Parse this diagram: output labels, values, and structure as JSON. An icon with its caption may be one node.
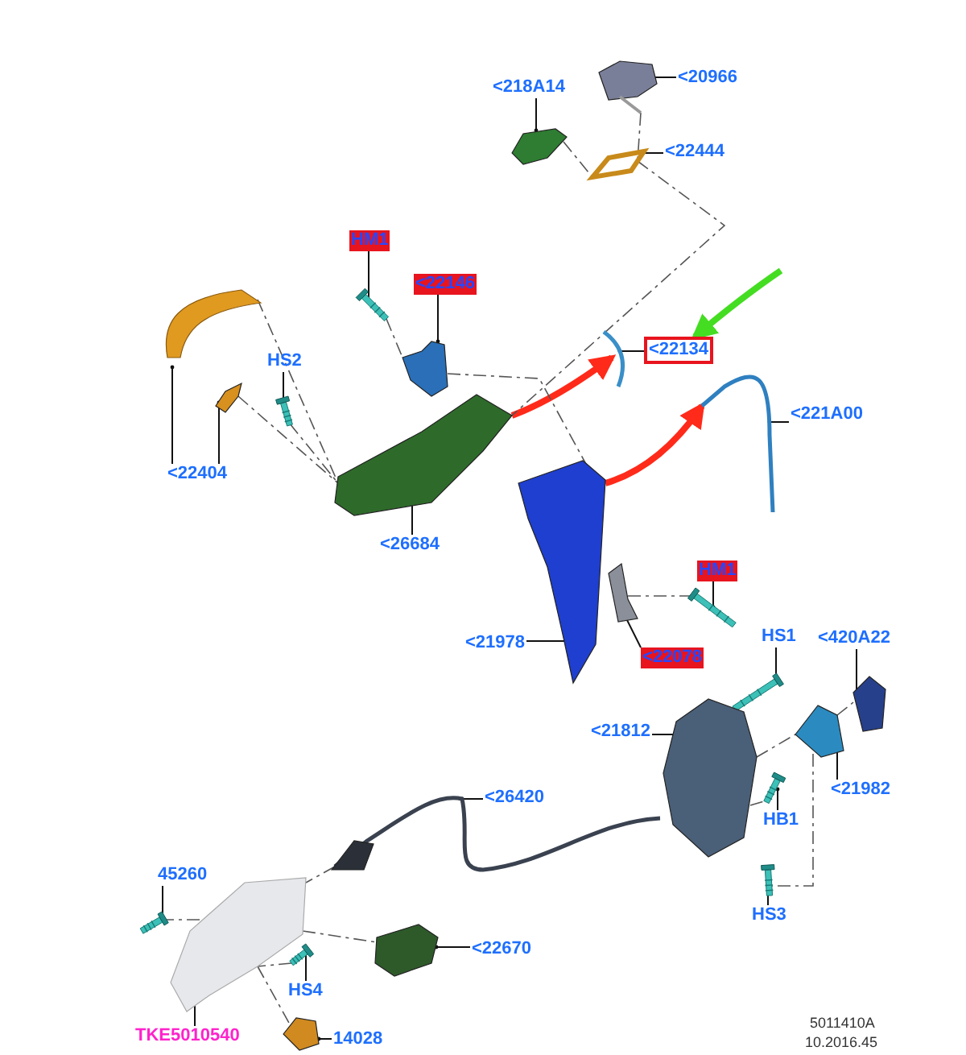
{
  "diagram": {
    "nodes": [
      {
        "text": [
          "<218A14"
        ]
      },
      {
        "text": [
          "<20966"
        ]
      },
      {
        "text": [
          "<22444"
        ]
      },
      {
        "text": [
          "HM1"
        ]
      },
      {
        "text": [
          "<22146"
        ]
      },
      {
        "text": [
          "<22134"
        ]
      },
      {
        "text": [
          "HS2"
        ]
      },
      {
        "text": [
          "<22404"
        ]
      },
      {
        "text": [
          "<221A00"
        ]
      },
      {
        "text": [
          "<26684"
        ]
      },
      {
        "text": [
          "HM1"
        ]
      },
      {
        "text": [
          "<21978"
        ]
      },
      {
        "text": [
          "<22078"
        ]
      },
      {
        "text": [
          "HS1"
        ]
      },
      {
        "text": [
          "<420A22"
        ]
      },
      {
        "text": [
          "<21812"
        ]
      },
      {
        "text": [
          "<21982"
        ]
      },
      {
        "text": [
          "HB1"
        ]
      },
      {
        "text": [
          "<26420"
        ]
      },
      {
        "text": [
          "45260"
        ]
      },
      {
        "text": [
          "HS3"
        ]
      },
      {
        "text": [
          "<22670"
        ]
      },
      {
        "text": [
          "HS4"
        ]
      },
      {
        "text": [
          "TKE5010540"
        ]
      },
      {
        "text": [
          "14028"
        ]
      },
      {
        "text": [],
        "shape": "picture"
      },
      {
        "text": [],
        "shape": "picture"
      },
      {
        "text": [],
        "shape": "picture"
      },
      {
        "text": [],
        "shape": "picture"
      },
      {
        "text": [],
        "shape": "picture"
      },
      {
        "text": [],
        "shape": "picture"
      },
      {
        "text": [],
        "shape": "picture"
      },
      {
        "text": [],
        "shape": "picture"
      },
      {
        "text": [],
        "shape": "picture"
      },
      {
        "text": [],
        "shape": "picture"
      },
      {
        "text": [],
        "shape": "picture"
      },
      {
        "text": [],
        "shape": "picture"
      },
      {
        "text": [],
        "shape": "picture"
      },
      {
        "text": [],
        "shape": "picture"
      },
      {
        "text": [],
        "shape": "picture"
      },
      {
        "text": [],
        "shape": "picture"
      },
      {
        "text": [],
        "shape": "picture"
      },
      {
        "text": [],
        "shape": "picture"
      },
      {
        "text": [],
        "shape": "picture"
      },
      {
        "text": [],
        "shape": "picture"
      },
      {
        "text": [],
        "shape": "picture"
      },
      {
        "text": [],
        "shape": "picture"
      },
      {
        "text": [],
        "shape": "picture"
      },
      {
        "text": [],
        "shape": "picture"
      },
      {
        "text": [],
        "shape": "picture"
      },
      {
        "text": [],
        "shape": "picture"
      }
    ],
    "edges": [
      {
        "from": 0,
        "to": 26,
        "arrow": "other"
      },
      {
        "from": 1,
        "to": 25,
        "arrow": "other"
      },
      {
        "from": 2,
        "to": 27,
        "arrow": "other"
      },
      {
        "from": 3,
        "to": 28,
        "arrow": "other"
      },
      {
        "from": 4,
        "to": 30,
        "arrow": "other"
      },
      {
        "from": 5,
        "to": 31,
        "arrow": "other"
      },
      {
        "from": 6,
        "to": 33,
        "arrow": "other"
      },
      {
        "from": 7,
        "to": 29,
        "arrow": "other"
      },
      {
        "from": 7,
        "to": 32,
        "arrow": "other"
      },
      {
        "from": 8,
        "to": 34,
        "arrow": "other"
      },
      {
        "from": 9,
        "to": 35,
        "arrow": "other"
      },
      {
        "from": 10,
        "to": 38,
        "arrow": "other"
      },
      {
        "from": 11,
        "to": 36,
        "arrow": "other"
      },
      {
        "from": 12,
        "to": 37,
        "arrow": "other"
      },
      {
        "from": 13,
        "to": 39,
        "arrow": "other"
      },
      {
        "from": 14,
        "to": 40,
        "arrow": "other"
      },
      {
        "from": 15,
        "to": 41,
        "arrow": "other"
      },
      {
        "from": 16,
        "to": 42,
        "arrow": "other"
      },
      {
        "from": 17,
        "to": 43,
        "arrow": "other"
      },
      {
        "from": 18,
        "to": 44,
        "arrow": "other"
      },
      {
        "from": 19,
        "to": 47,
        "arrow": "other"
      },
      {
        "from": 20,
        "to": 45,
        "arrow": "other"
      },
      {
        "from": 21,
        "to": 49,
        "arrow": "other"
      },
      {
        "from": 22,
        "to": 48,
        "arrow": "other"
      },
      {
        "from": 23,
        "to": 46,
        "arrow": "other"
      },
      {
        "from": 24,
        "to": 50,
        "arrow": "other"
      },
      {
        "from": 35,
        "to": 31,
        "arrow": "to",
        "style": "thick",
        "color": "#ff2a1a"
      },
      {
        "from": 36,
        "to": 34,
        "arrow": "to",
        "style": "thick",
        "color": "#ff2a1a"
      },
      {
        "from": null,
        "to": 5,
        "arrow": "to",
        "style": "thick",
        "color": "#44dd22"
      },
      {
        "from": 26,
        "to": 27,
        "arrow": "none",
        "style": "dashed",
        "color": "#555555"
      },
      {
        "from": 25,
        "to": 27,
        "arrow": "none",
        "style": "dashed",
        "color": "#555555"
      },
      {
        "from": 27,
        "to": 35,
        "arrow": "none",
        "style": "dashed",
        "color": "#555555"
      },
      {
        "from": 28,
        "to": 30,
        "arrow": "none",
        "style": "dashed",
        "color": "#555555"
      },
      {
        "from": 29,
        "to": 35,
        "arrow": "none",
        "style": "dashed",
        "color": "#555555"
      },
      {
        "from": 32,
        "to": 35,
        "arrow": "none",
        "style": "dashed",
        "color": "#555555"
      },
      {
        "from": 33,
        "to": 35,
        "arrow": "none",
        "style": "dashed",
        "color": "#555555"
      },
      {
        "from": 30,
        "to": 36,
        "arrow": "none",
        "style": "dashed",
        "color": "#555555"
      },
      {
        "from": 37,
        "to": 38,
        "arrow": "none",
        "style": "dashed",
        "color": "#555555"
      },
      {
        "from": 41,
        "to": 42,
        "arrow": "none",
        "style": "dashed",
        "color": "#555555"
      },
      {
        "from": 42,
        "to": 40,
        "arrow": "none",
        "style": "dashed",
        "color": "#555555"
      },
      {
        "from": 42,
        "to": 45,
        "arrow": "none",
        "style": "dashed",
        "color": "#555555"
      },
      {
        "from": 41,
        "to": 43,
        "arrow": "none",
        "style": "dashed",
        "color": "#555555"
      },
      {
        "from": 47,
        "to": 46,
        "arrow": "none",
        "style": "dashed",
        "color": "#555555"
      },
      {
        "from": 48,
        "to": 46,
        "arrow": "none",
        "style": "dashed",
        "color": "#555555"
      },
      {
        "from": 46,
        "to": 49,
        "arrow": "none",
        "style": "dashed",
        "color": "#555555"
      },
      {
        "from": 46,
        "to": 50,
        "arrow": "none",
        "style": "dashed",
        "color": "#555555"
      },
      {
        "from": 44,
        "to": 46,
        "arrow": "none",
        "style": "dashed",
        "color": "#555555"
      }
    ],
    "labels": [
      "5011410A",
      "10.2016.45"
    ]
  }
}
